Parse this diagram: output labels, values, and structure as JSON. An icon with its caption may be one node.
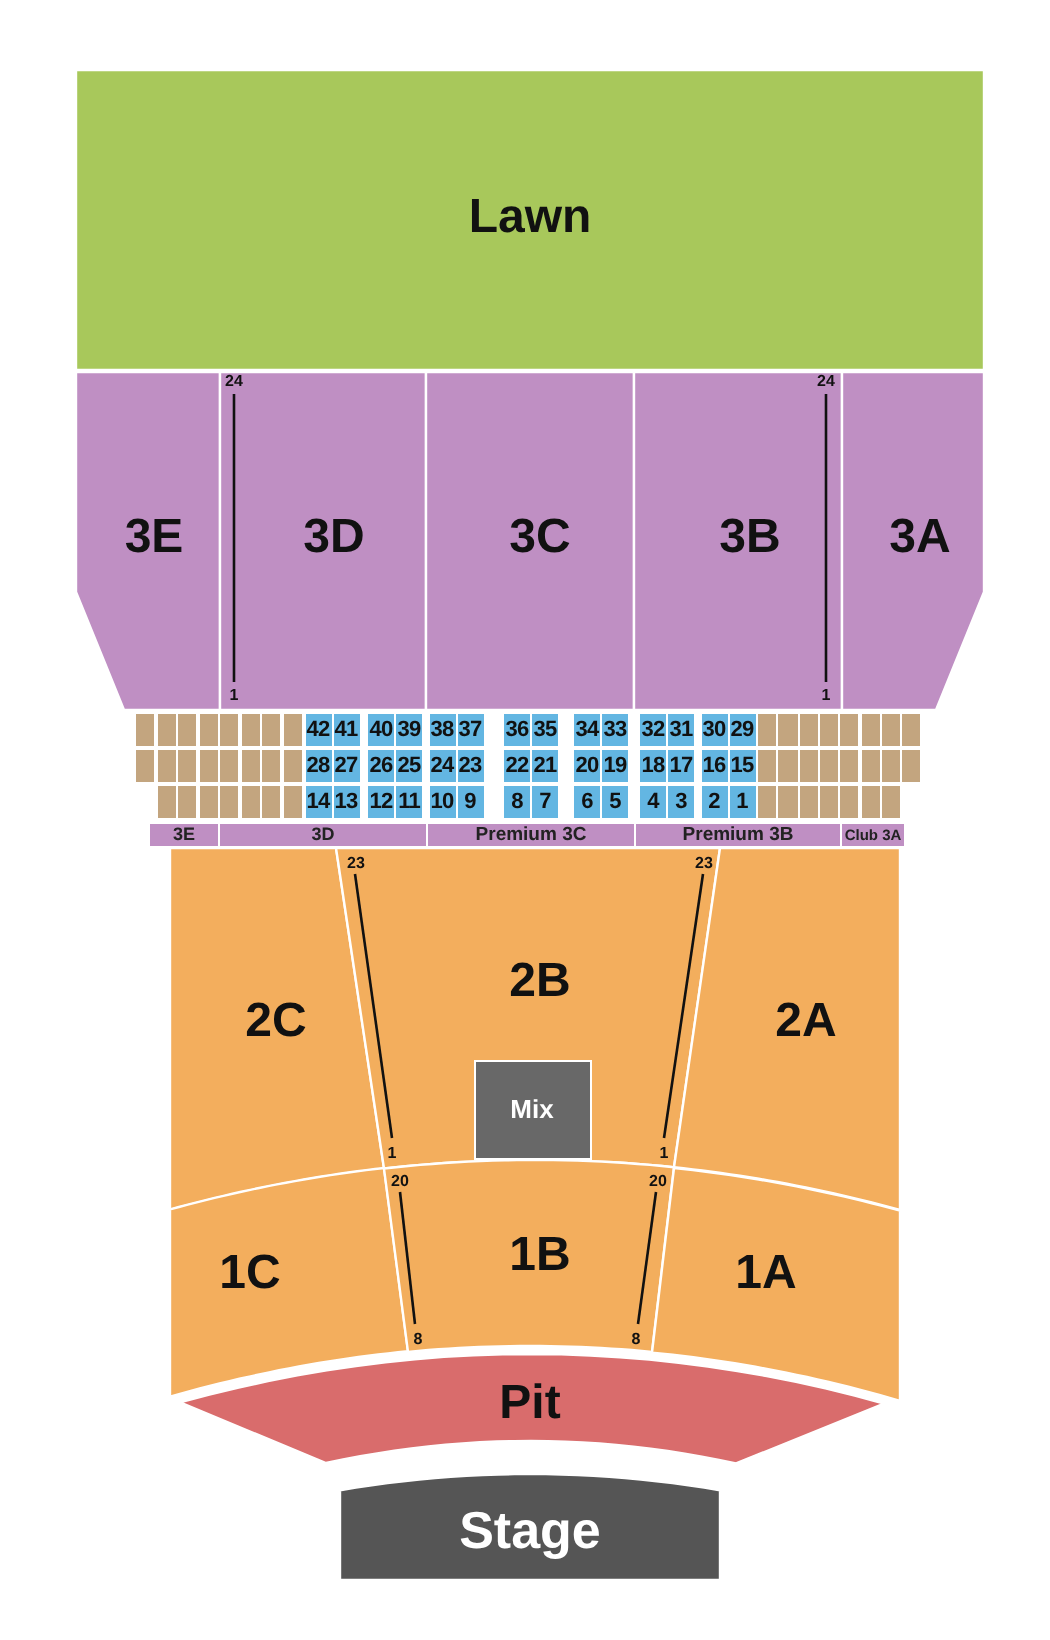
{
  "diagram": {
    "nodes": [
      {
        "text": [
          "Lawn"
        ]
      },
      {
        "text": [
          "3E"
        ]
      },
      {
        "text": [
          "3D"
        ]
      },
      {
        "text": [
          "3C"
        ]
      },
      {
        "text": [
          "3B"
        ]
      },
      {
        "text": [
          "3A"
        ]
      },
      {
        "text": [],
        "shape": "box"
      },
      {
        "text": [],
        "shape": "box"
      },
      {
        "text": [],
        "shape": "box"
      },
      {
        "text": [],
        "shape": "box"
      },
      {
        "text": [],
        "shape": "box"
      },
      {
        "text": [],
        "shape": "box"
      },
      {
        "text": [],
        "shape": "box"
      },
      {
        "text": [],
        "shape": "box"
      },
      {
        "text": [
          "42"
        ]
      },
      {
        "text": [
          "41"
        ]
      },
      {
        "text": [
          "40"
        ]
      },
      {
        "text": [
          "39"
        ]
      },
      {
        "text": [
          "38"
        ]
      },
      {
        "text": [
          "37"
        ]
      },
      {
        "text": [
          "36"
        ]
      },
      {
        "text": [
          "35"
        ]
      },
      {
        "text": [
          "34"
        ]
      },
      {
        "text": [
          "33"
        ]
      },
      {
        "text": [
          "32"
        ]
      },
      {
        "text": [
          "31"
        ]
      },
      {
        "text": [
          "30"
        ]
      },
      {
        "text": [
          "29"
        ]
      },
      {
        "text": [],
        "shape": "box"
      },
      {
        "text": [],
        "shape": "box"
      },
      {
        "text": [],
        "shape": "box"
      },
      {
        "text": [],
        "shape": "box"
      },
      {
        "text": [],
        "shape": "box"
      },
      {
        "text": [],
        "shape": "box"
      },
      {
        "text": [],
        "shape": "box"
      },
      {
        "text": [],
        "shape": "box"
      },
      {
        "text": [],
        "shape": "box"
      },
      {
        "text": [],
        "shape": "box"
      },
      {
        "text": [],
        "shape": "box"
      },
      {
        "text": [],
        "shape": "box"
      },
      {
        "text": [],
        "shape": "box"
      },
      {
        "text": [],
        "shape": "box"
      },
      {
        "text": [],
        "shape": "box"
      },
      {
        "text": [],
        "shape": "box"
      },
      {
        "text": [
          "28"
        ]
      },
      {
        "text": [
          "27"
        ]
      },
      {
        "text": [
          "26"
        ]
      },
      {
        "text": [
          "25"
        ]
      },
      {
        "text": [
          "24"
        ]
      },
      {
        "text": [
          "23"
        ]
      },
      {
        "text": [
          "22"
        ]
      },
      {
        "text": [
          "21"
        ]
      },
      {
        "text": [
          "20"
        ]
      },
      {
        "text": [
          "19"
        ]
      },
      {
        "text": [
          "18"
        ]
      },
      {
        "text": [
          "17"
        ]
      },
      {
        "text": [
          "16"
        ]
      },
      {
        "text": [
          "15"
        ]
      },
      {
        "text": [],
        "shape": "box"
      },
      {
        "text": [],
        "shape": "box"
      },
      {
        "text": [],
        "shape": "box"
      },
      {
        "text": [],
        "shape": "box"
      },
      {
        "text": [],
        "shape": "box"
      },
      {
        "text": [],
        "shape": "box"
      },
      {
        "text": [],
        "shape": "box"
      },
      {
        "text": [],
        "shape": "box"
      },
      {
        "text": [],
        "shape": "box"
      },
      {
        "text": [],
        "shape": "box"
      },
      {
        "text": [],
        "shape": "box"
      },
      {
        "text": [],
        "shape": "box"
      },
      {
        "text": [],
        "shape": "box"
      },
      {
        "text": [],
        "shape": "box"
      },
      {
        "text": [],
        "shape": "box"
      },
      {
        "text": [
          "14"
        ]
      },
      {
        "text": [
          "13"
        ]
      },
      {
        "text": [
          "12"
        ]
      },
      {
        "text": [
          "11"
        ]
      },
      {
        "text": [
          "10"
        ]
      },
      {
        "text": [
          "9"
        ]
      },
      {
        "text": [
          "8"
        ]
      },
      {
        "text": [
          "7"
        ]
      },
      {
        "text": [
          "6"
        ]
      },
      {
        "text": [
          "5"
        ]
      },
      {
        "text": [
          "4"
        ]
      },
      {
        "text": [
          "3"
        ]
      },
      {
        "text": [
          "2"
        ]
      },
      {
        "text": [
          "1"
        ]
      },
      {
        "text": [],
        "shape": "box"
      },
      {
        "text": [],
        "shape": "box"
      },
      {
        "text": [],
        "shape": "box"
      },
      {
        "text": [],
        "shape": "box"
      },
      {
        "text": [],
        "shape": "box"
      },
      {
        "text": [],
        "shape": "box"
      },
      {
        "text": [],
        "shape": "box"
      },
      {
        "text": [
          "3E"
        ]
      },
      {
        "text": [
          "3D"
        ]
      },
      {
        "text": [
          "Premium 3C"
        ]
      },
      {
        "text": [
          "Premium 3B"
        ]
      },
      {
        "text": [
          "Club 3A"
        ]
      },
      {
        "text": [
          "2C"
        ]
      },
      {
        "text": [
          "2B"
        ]
      },
      {
        "text": [
          "2A"
        ]
      },
      {
        "text": [
          "Mix"
        ],
        "in": 100
      },
      {
        "text": [
          "1C"
        ]
      },
      {
        "text": [
          "1B"
        ]
      },
      {
        "text": [
          "1A"
        ]
      },
      {
        "text": [
          "Pit"
        ]
      },
      {
        "text": [
          "Stage"
        ]
      }
    ],
    "labels": [
      "24",
      "24",
      "1",
      "1",
      "23",
      "23",
      "1",
      "1",
      "20",
      "20",
      "8",
      "8"
    ]
  }
}
